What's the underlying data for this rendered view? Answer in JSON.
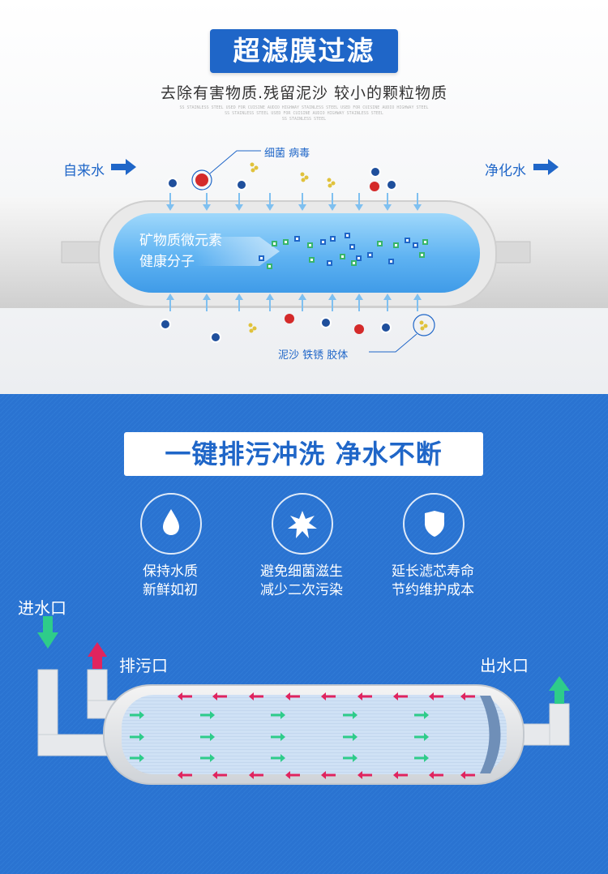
{
  "section1": {
    "title": "超滤膜过滤",
    "subtitle": "去除有害物质.残留泥沙 较小的颗粒物质",
    "fine_print": [
      "SS STAINLESS STEEL USED FOR CUISINE AUDIO HIGHWAY STAINLESS STEEL USED FOR CUISINE AUDIO HIGHWAY STEEL",
      "SS STAINLESS STEEL USED FOR CUISINE AUDIO HIGHWAY STAINLESS STEEL",
      "SS STAINLESS STEEL"
    ],
    "inlet_label": "自来水",
    "outlet_label": "净化水",
    "bacteria_label": "细菌 病毒",
    "sediment_label": "泥沙 铁锈 胶体",
    "tube_text_line1": "矿物质微元素",
    "tube_text_line2": "健康分子"
  },
  "section2": {
    "slogan": "一键排污冲洗  净水不断",
    "features": [
      {
        "icon": "water-drop-icon",
        "line1": "保持水质",
        "line2": "新鲜如初"
      },
      {
        "icon": "burst-icon",
        "line1": "避免细菌滋生",
        "line2": "减少二次污染"
      },
      {
        "icon": "shield-icon",
        "line1": "延长滤芯寿命",
        "line2": "节约维护成本"
      }
    ],
    "inlet_port": "进水口",
    "drain_port": "排污口",
    "outlet_port": "出水口"
  },
  "colors": {
    "brand_blue": "#1f66c8",
    "background_blue": "#2a73d1",
    "green_arrow": "#2ecc8a",
    "red_arrow": "#e0245e",
    "bacteria_red": "#d42a2a"
  }
}
